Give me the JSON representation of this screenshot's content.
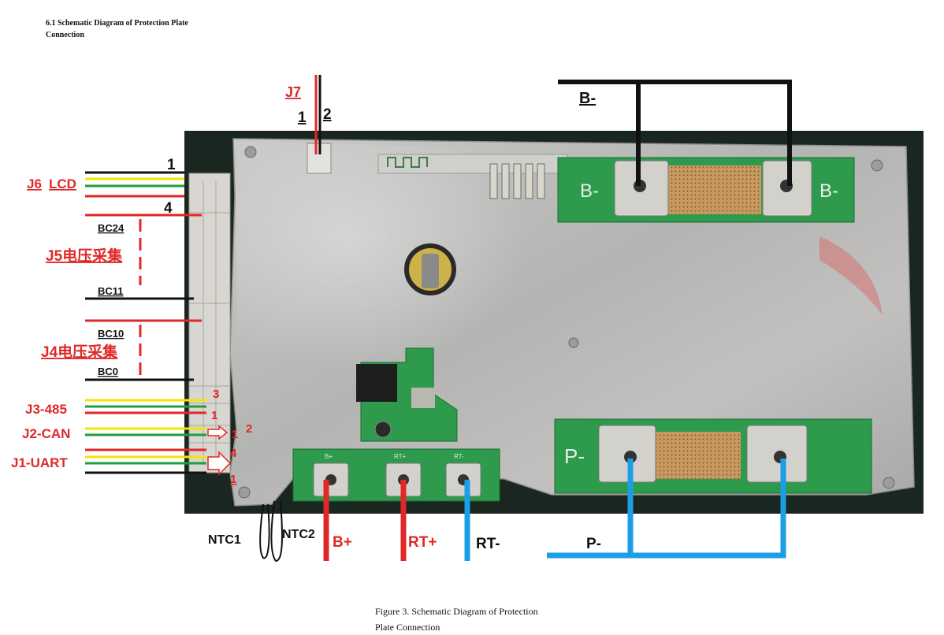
{
  "heading": {
    "line1": "6.1 Schematic Diagram of Protection Plate",
    "line2": "Connection"
  },
  "caption": {
    "line1": "Figure 3. Schematic Diagram of Protection",
    "line2": "Plate Connection"
  },
  "connectors": {
    "j7": "J7",
    "j7_pin1": "1",
    "j7_pin2": "2",
    "j6": "J6",
    "j6_name": "LCD",
    "j6_pin_top": "1",
    "j6_pin_bottom": "4",
    "j5_name": "J5电压采集",
    "j5_top": "BC24",
    "j5_bottom": "BC11",
    "j4_name": "J4电压采集",
    "j4_top": "BC10",
    "j4_bottom": "BC0",
    "j3_name": "J3-485",
    "j3_pin_top": "3",
    "j3_pin_bottom": "1",
    "j2_name": "J2-CAN",
    "j2_pin1": "1",
    "j2_pin2": "2",
    "j1_name": "J1-UART",
    "j1_pin_top": "4",
    "j1_pin_bottom": "1"
  },
  "terminals": {
    "b_minus": "B-",
    "p_minus": "P-",
    "b_plus": "B+",
    "rt_plus": "RT+",
    "rt_minus": "RT-",
    "ntc1": "NTC1",
    "ntc2": "NTC2"
  },
  "board_silk": {
    "b_minus_left": "B-",
    "b_minus_right": "B-",
    "p_minus": "P-",
    "b_plus": "B+",
    "rt_plus": "RT+",
    "rt_minus": "RT-"
  },
  "colors": {
    "red": "#e02828",
    "black": "#111111",
    "yellow": "#f2e600",
    "green": "#1f9e3a",
    "blue": "#1c9ee6",
    "pcb_green": "#2e9a4c",
    "plate": "#b7b7b5"
  }
}
